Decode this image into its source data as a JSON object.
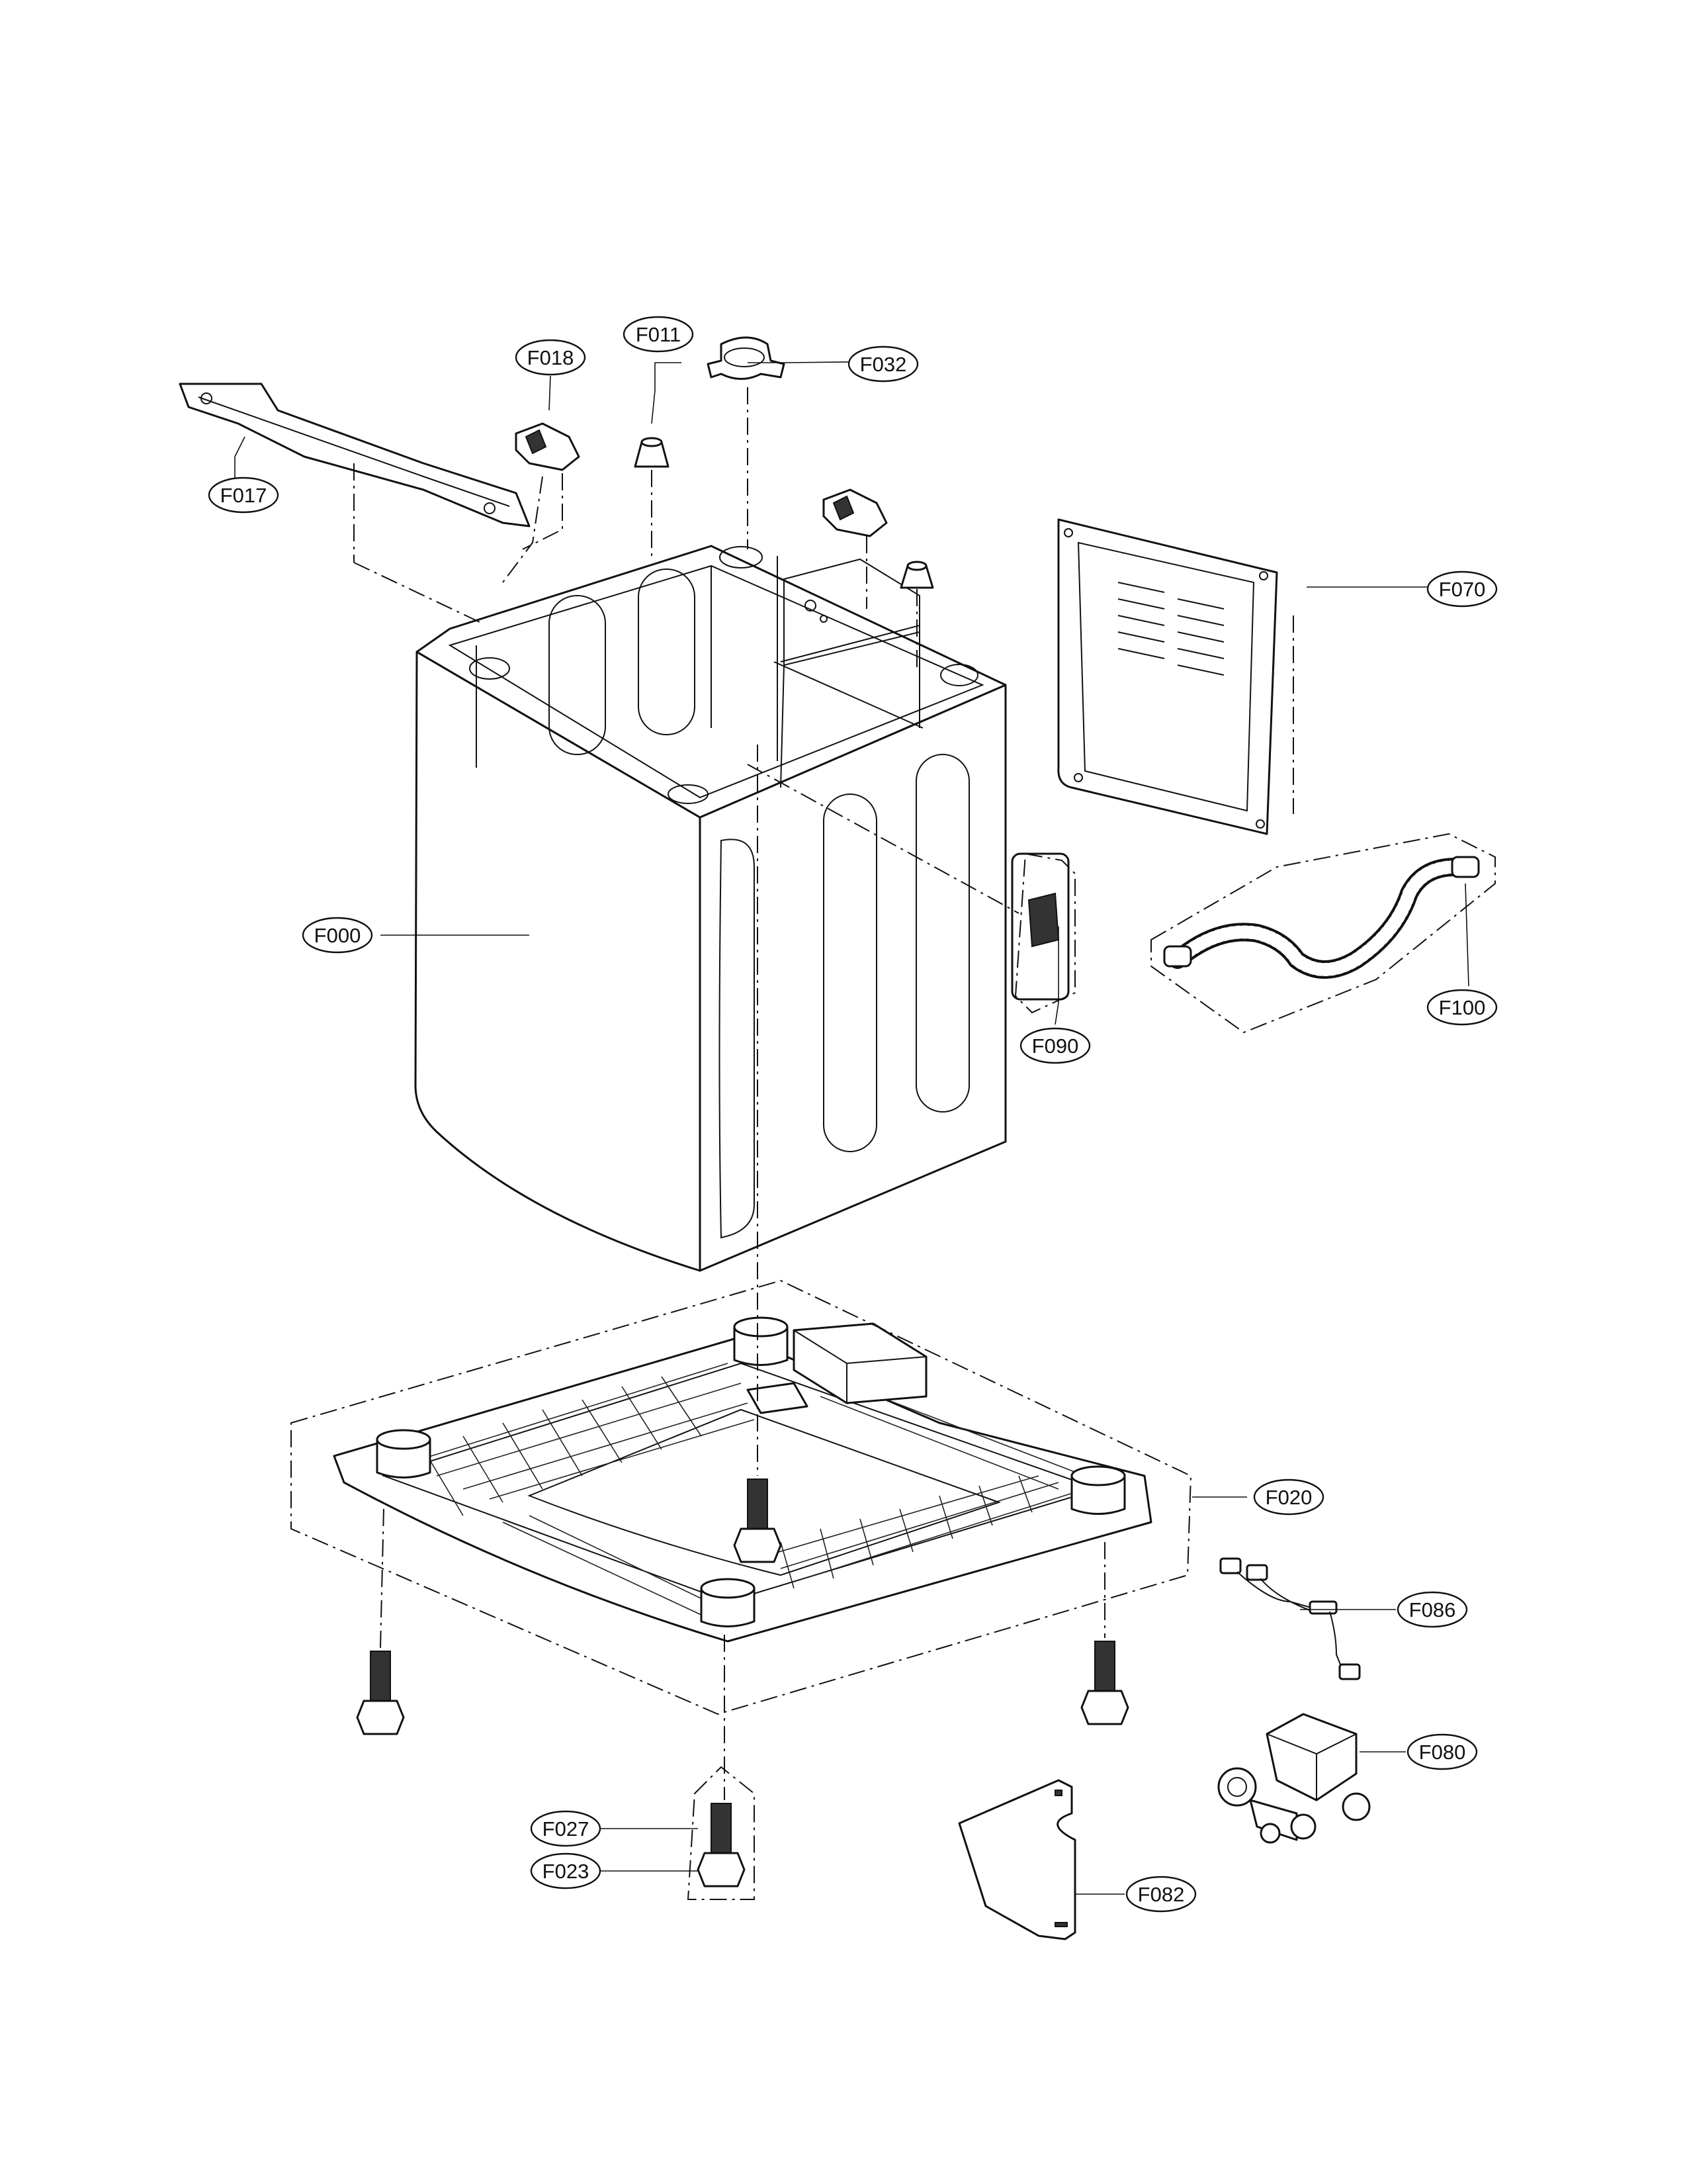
{
  "callouts": {
    "F000": "F000",
    "F011": "F011",
    "F017": "F017",
    "F018": "F018",
    "F020": "F020",
    "F023": "F023",
    "F027": "F027",
    "F032": "F032",
    "F070": "F070",
    "F080": "F080",
    "F082": "F082",
    "F086": "F086",
    "F090": "F090",
    "F100": "F100"
  }
}
